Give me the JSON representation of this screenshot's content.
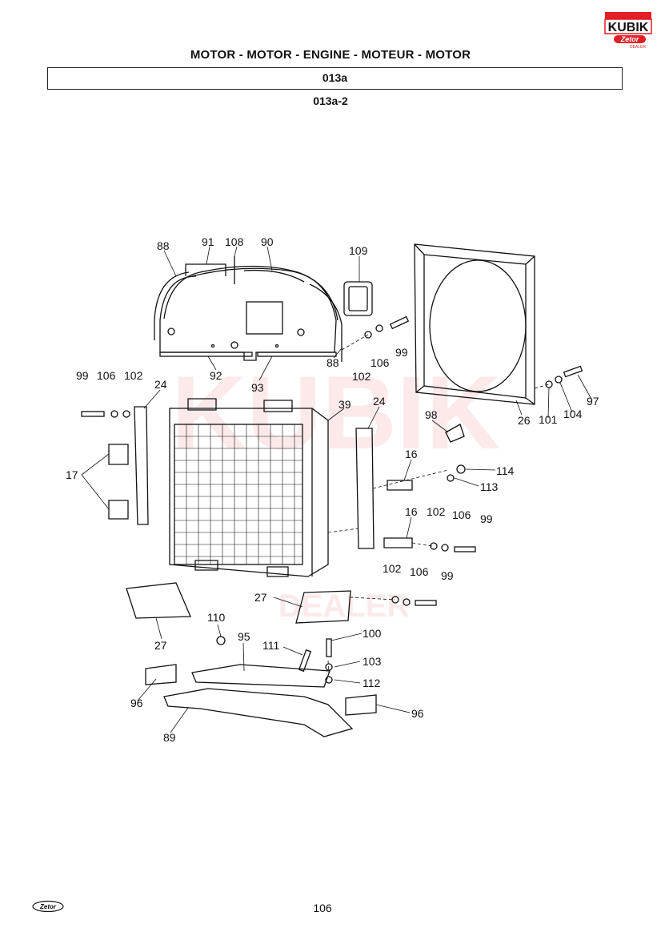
{
  "header": {
    "title": "MOTOR - MOTOR - ENGINE - MOTEUR - MOTOR",
    "code": "013a",
    "subcode": "013a-2"
  },
  "brand": {
    "logo_text": "KUBIK",
    "logo_sub": "Zetor",
    "logo_dealer": "DEALER",
    "footer_logo": "Zetor",
    "accent_color": "#e21f26"
  },
  "callouts": [
    "88",
    "91",
    "108",
    "90",
    "109",
    "99",
    "106",
    "102",
    "92",
    "93",
    "88",
    "102",
    "106",
    "99",
    "24",
    "39",
    "24",
    "98",
    "16",
    "114",
    "113",
    "17",
    "16",
    "102",
    "106",
    "99",
    "102",
    "106",
    "99",
    "27",
    "27",
    "110",
    "95",
    "111",
    "100",
    "103",
    "112",
    "96",
    "96",
    "89",
    "26",
    "97",
    "104",
    "101"
  ],
  "footer": {
    "page_number": "106"
  }
}
